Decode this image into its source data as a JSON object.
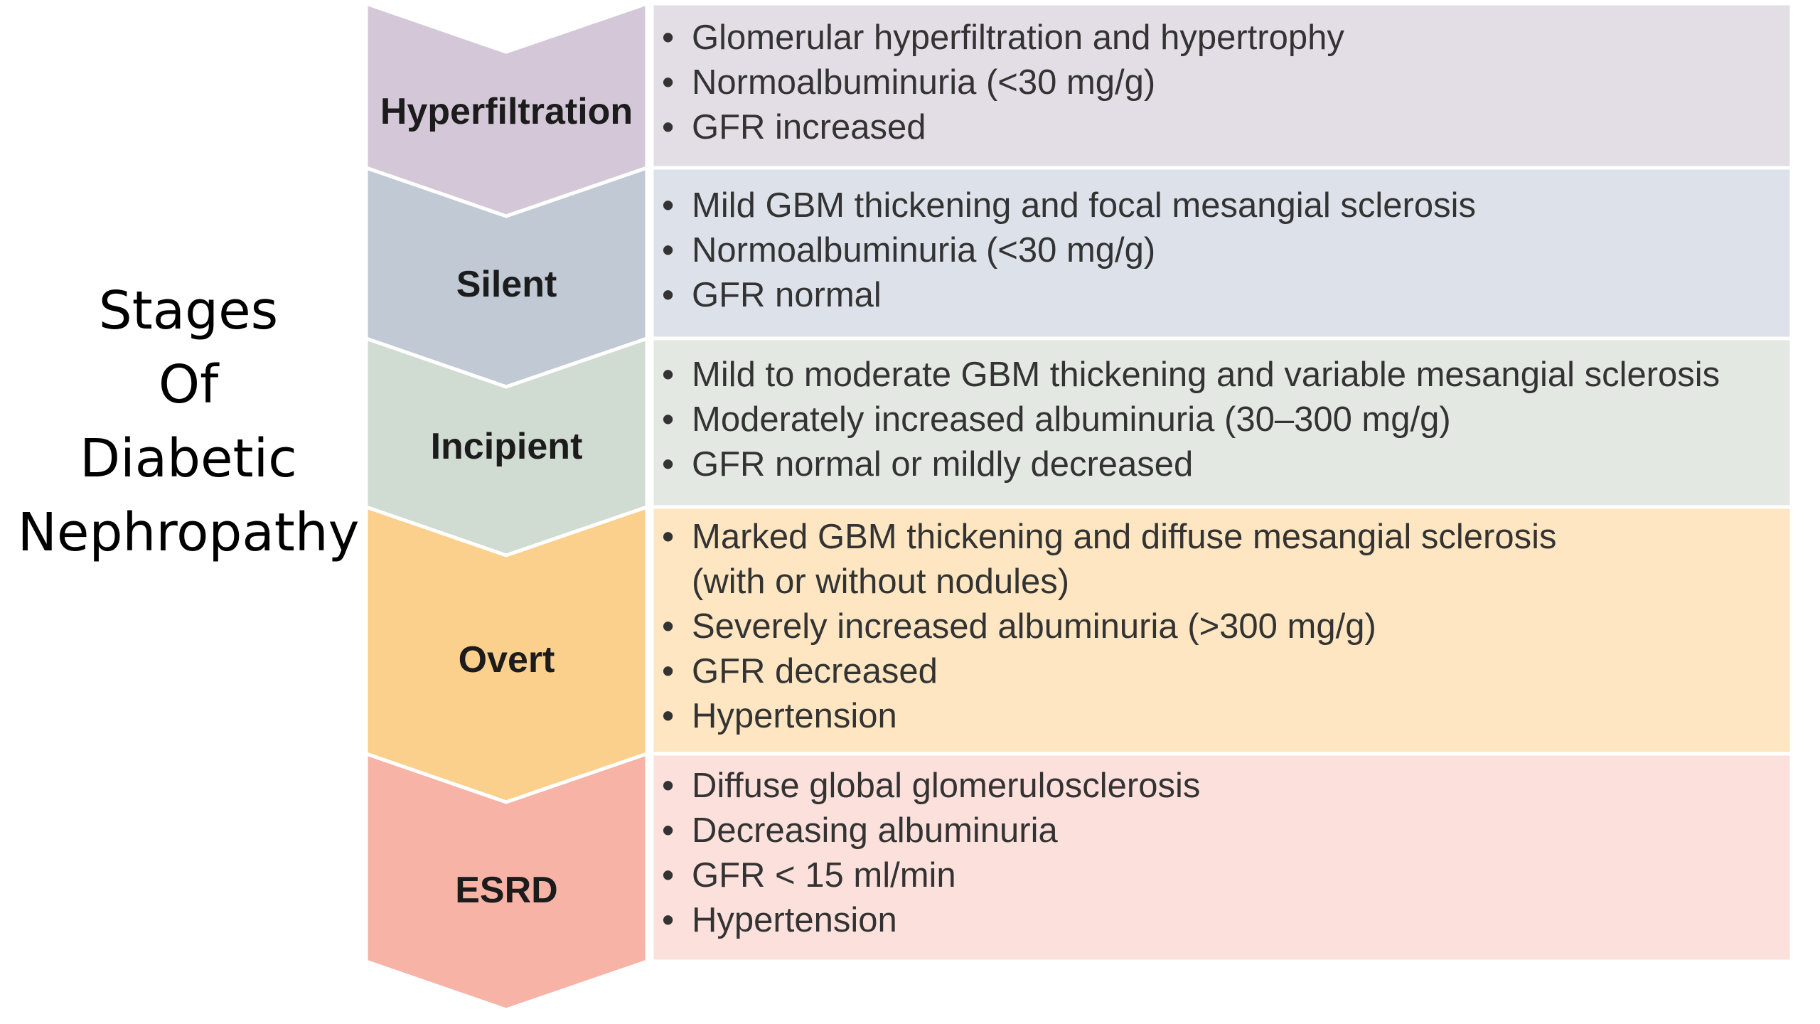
{
  "side_title": [
    "Stages",
    "Of",
    "Diabetic",
    "Nephropathy"
  ],
  "stages": [
    {
      "name": "Hyperfiltration",
      "chevron_color": "#d4c8d8",
      "panel_color": "#e3dde6",
      "items": [
        [
          "Glomerular hyperfiltration and hypertrophy"
        ],
        [
          "Normoalbuminuria (<30 mg/g)"
        ],
        [
          "GFR increased"
        ]
      ]
    },
    {
      "name": "Silent",
      "chevron_color": "#c0c9d4",
      "panel_color": "#dde1ea",
      "items": [
        [
          "Mild GBM thickening and focal mesangial sclerosis"
        ],
        [
          "Normoalbuminuria (<30 mg/g)"
        ],
        [
          "GFR normal"
        ]
      ]
    },
    {
      "name": "Incipient",
      "chevron_color": "#d0dbd2",
      "panel_color": "#e3e8e2",
      "items": [
        [
          "Mild to moderate GBM thickening and variable mesangial sclerosis"
        ],
        [
          "Moderately increased albuminuria (30–300 mg/g)"
        ],
        [
          "GFR normal or mildly decreased"
        ]
      ]
    },
    {
      "name": "Overt",
      "chevron_color": "#fbcf8c",
      "panel_color": "#fde6c1",
      "items": [
        [
          "Marked GBM thickening and diffuse mesangial sclerosis",
          "(with or without nodules)"
        ],
        [
          "Severely increased albuminuria (>300 mg/g)"
        ],
        [
          "GFR decreased"
        ],
        [
          "Hypertension"
        ]
      ]
    },
    {
      "name": "ESRD",
      "chevron_color": "#f6b3a6",
      "panel_color": "#fce0db",
      "items": [
        [
          "Diffuse global glomerulosclerosis"
        ],
        [
          "Decreasing albuminuria"
        ],
        [
          "GFR < 15 ml/min"
        ],
        [
          "Hypertension"
        ]
      ]
    }
  ]
}
